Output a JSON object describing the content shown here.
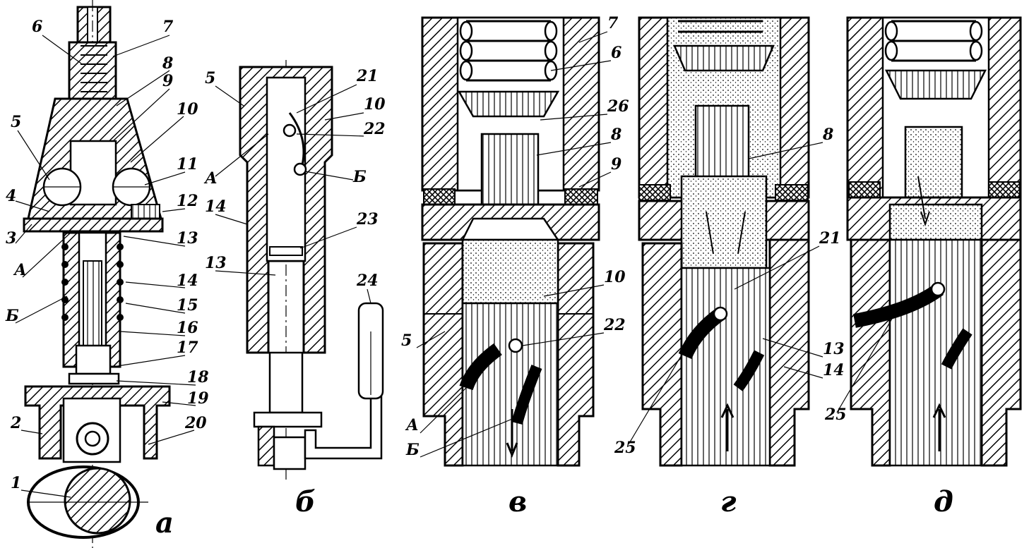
{
  "figure": {
    "panels": [
      {
        "id": "a",
        "caption": "а"
      },
      {
        "id": "b",
        "caption": "б"
      },
      {
        "id": "v",
        "caption": "в"
      },
      {
        "id": "g",
        "caption": "г"
      },
      {
        "id": "d",
        "caption": "д"
      }
    ],
    "labels_a": [
      "6",
      "7",
      "8",
      "9",
      "10",
      "5",
      "11",
      "4",
      "12",
      "3",
      "13",
      "А",
      "14",
      "Б",
      "15",
      "16",
      "17",
      "18",
      "19",
      "2",
      "20",
      "1"
    ],
    "labels_b": [
      "5",
      "21",
      "10",
      "22",
      "А",
      "Б",
      "14",
      "23",
      "13",
      "24"
    ],
    "labels_v": [
      "7",
      "6",
      "26",
      "8",
      "9",
      "10",
      "5",
      "22",
      "А",
      "Б"
    ],
    "labels_g": [
      "8",
      "21",
      "13",
      "14",
      "25"
    ],
    "labels_d": [
      "25"
    ]
  }
}
